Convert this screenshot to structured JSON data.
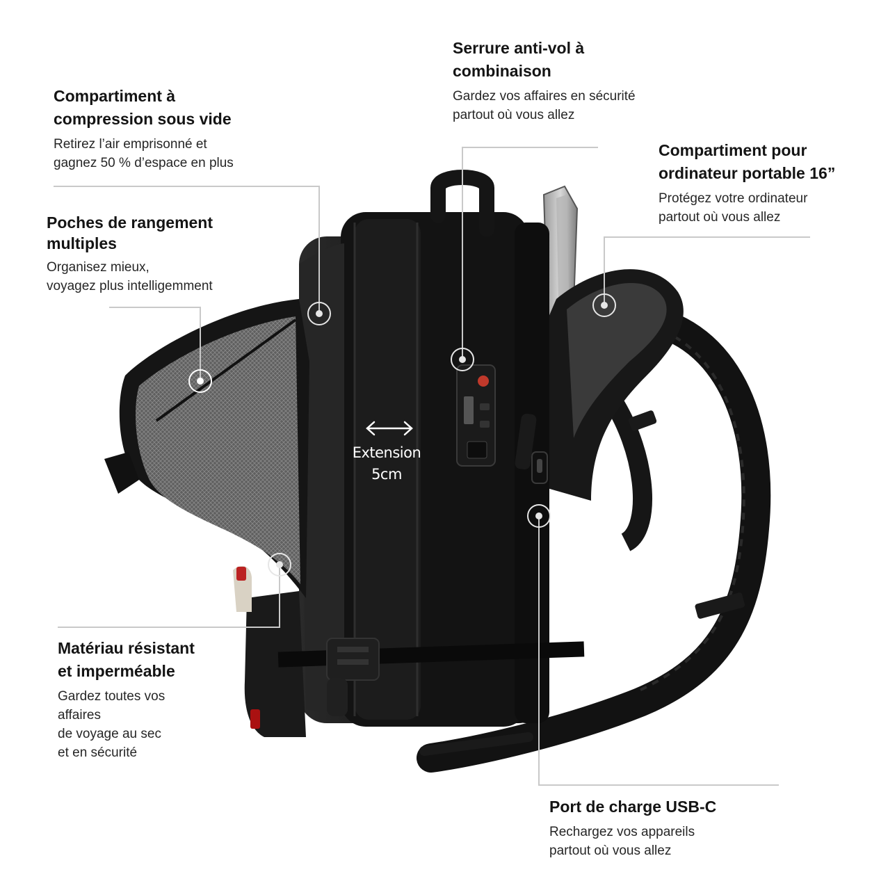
{
  "callouts": {
    "compression": {
      "title": "Compartiment à\ncompression sous vide",
      "text": "Retirez l’air emprisonné et\ngagnez 50 % d’espace en plus"
    },
    "pockets": {
      "title": "Poches de rangement\nmultiples",
      "text": "Organisez mieux,\nvoyagez plus intelligemment"
    },
    "lock": {
      "title": "Serrure anti-vol à\ncombinaison",
      "text": "Gardez vos affaires en sécurité\npartout où vous allez"
    },
    "laptop": {
      "title": "Compartiment pour\nordinateur portable 16”",
      "text": "Protégez votre ordinateur\npartout où vous allez"
    },
    "material": {
      "title": "Matériau résistant\net imperméable",
      "text": "Gardez toutes vos\naffaires\nde voyage au sec\net en sécurité"
    },
    "usb": {
      "title": "Port de charge USB-C",
      "text": "Rechargez vos appareils\npartout où vous allez"
    }
  },
  "extension": {
    "line1": "Extension",
    "line2": "5cm"
  },
  "colors": {
    "bag": "#141414",
    "bag_panel": "#1e1e1e",
    "mesh": "#6e6e6e",
    "leader_line": "#c9c9c9",
    "text": "#141414"
  }
}
